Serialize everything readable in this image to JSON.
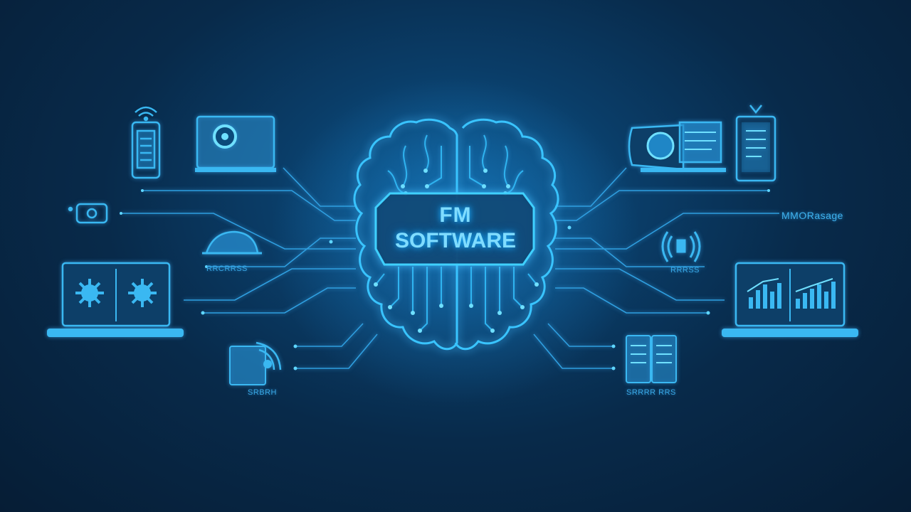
{
  "center": {
    "line1": "FM",
    "line2": "SOFTWARE"
  },
  "labels": {
    "right_top": "MMORasage",
    "left_helmet": "RRCRRSS",
    "right_signal": "RRRSS",
    "left_router": "SRBRH",
    "right_tablets": "SRRRR RRS"
  },
  "colors": {
    "accent": "#3fd0ff",
    "line": "#2f9fe0",
    "background": "#082a4a"
  }
}
